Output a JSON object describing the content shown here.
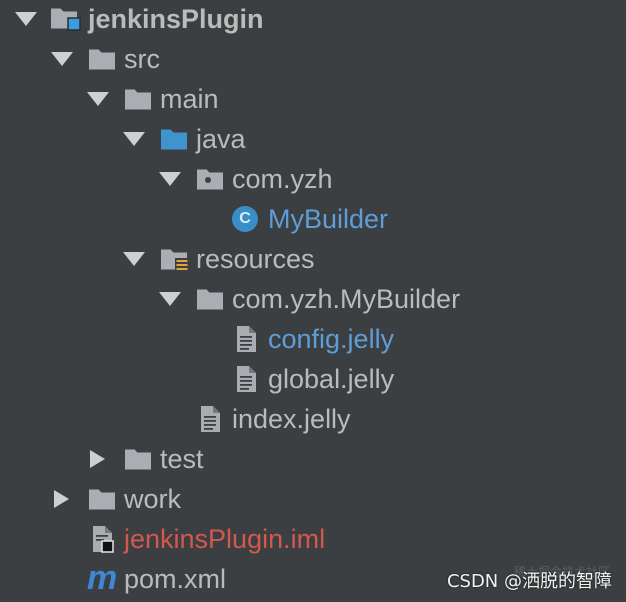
{
  "theme": {
    "background": "#3C3F41",
    "text": "#BBBBBB"
  },
  "tree": {
    "label": "jenkinsPlugin",
    "icon": "module-folder-icon",
    "expanded": true,
    "children": [
      {
        "label": "src",
        "icon": "folder-icon",
        "expanded": true,
        "children": [
          {
            "label": "main",
            "icon": "folder-icon",
            "expanded": true,
            "children": [
              {
                "label": "java",
                "icon": "source-folder-icon",
                "expanded": true,
                "children": [
                  {
                    "label": "com.yzh",
                    "icon": "package-folder-icon",
                    "expanded": true,
                    "children": [
                      {
                        "label": "MyBuilder",
                        "icon": "java-class-icon",
                        "icon_letter": "C",
                        "color": "#5E9DD6"
                      }
                    ]
                  }
                ]
              },
              {
                "label": "resources",
                "icon": "resources-folder-icon",
                "expanded": true,
                "children": [
                  {
                    "label": "com.yzh.MyBuilder",
                    "icon": "folder-icon",
                    "expanded": true,
                    "children": [
                      {
                        "label": "config.jelly",
                        "icon": "text-file-icon",
                        "color": "#5E9DD6"
                      },
                      {
                        "label": "global.jelly",
                        "icon": "text-file-icon"
                      }
                    ]
                  },
                  {
                    "label": "index.jelly",
                    "icon": "text-file-icon"
                  }
                ]
              }
            ]
          },
          {
            "label": "test",
            "icon": "folder-icon",
            "expanded": false
          }
        ]
      },
      {
        "label": "work",
        "icon": "folder-icon",
        "expanded": false
      },
      {
        "label": "jenkinsPlugin.iml",
        "icon": "iml-file-icon",
        "color": "#D4574F"
      },
      {
        "label": "pom.xml",
        "icon": "maven-icon",
        "icon_letter": "m"
      }
    ]
  },
  "watermark": {
    "text": "CSDN @洒脱的智障",
    "faint_text": "稀土掘金技术社区"
  }
}
